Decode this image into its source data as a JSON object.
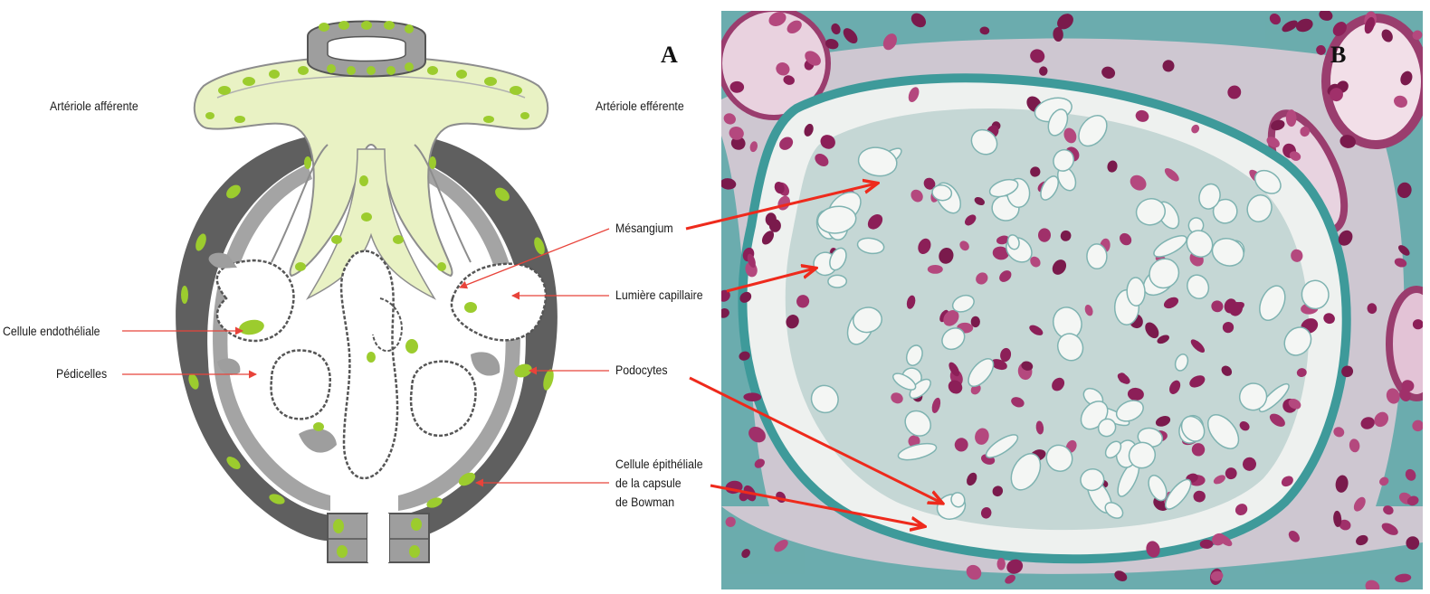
{
  "panels": {
    "a_letter": "A",
    "b_letter": "B"
  },
  "labels": {
    "arteriole_afferente": "Artériole afférente",
    "arteriole_efferente": "Artériole efférente",
    "mesangium": "Mésangium",
    "lumiere_capillaire": "Lumière capillaire",
    "cellule_endotheliale": "Cellule endothéliale",
    "pedicelles": "Pédicelles",
    "podocytes": "Podocytes",
    "capsule_line1": "Cellule épithéliale",
    "capsule_line2": "de la capsule",
    "capsule_line3": "de Bowman"
  },
  "colors": {
    "annotation_line": "#e8433a",
    "annotation_arrow_photo": "#ee2a1c",
    "capsule_gray": "#5f5f5f",
    "cell_gray": "#9e9e9e",
    "mesangium_fill": "#e9f2c4",
    "nucleus_green": "#9ccc2e",
    "photo_background": "#dfe8e6",
    "connective_teal": "#4aa3a1",
    "nucleus_magenta": "#8c1f58"
  }
}
